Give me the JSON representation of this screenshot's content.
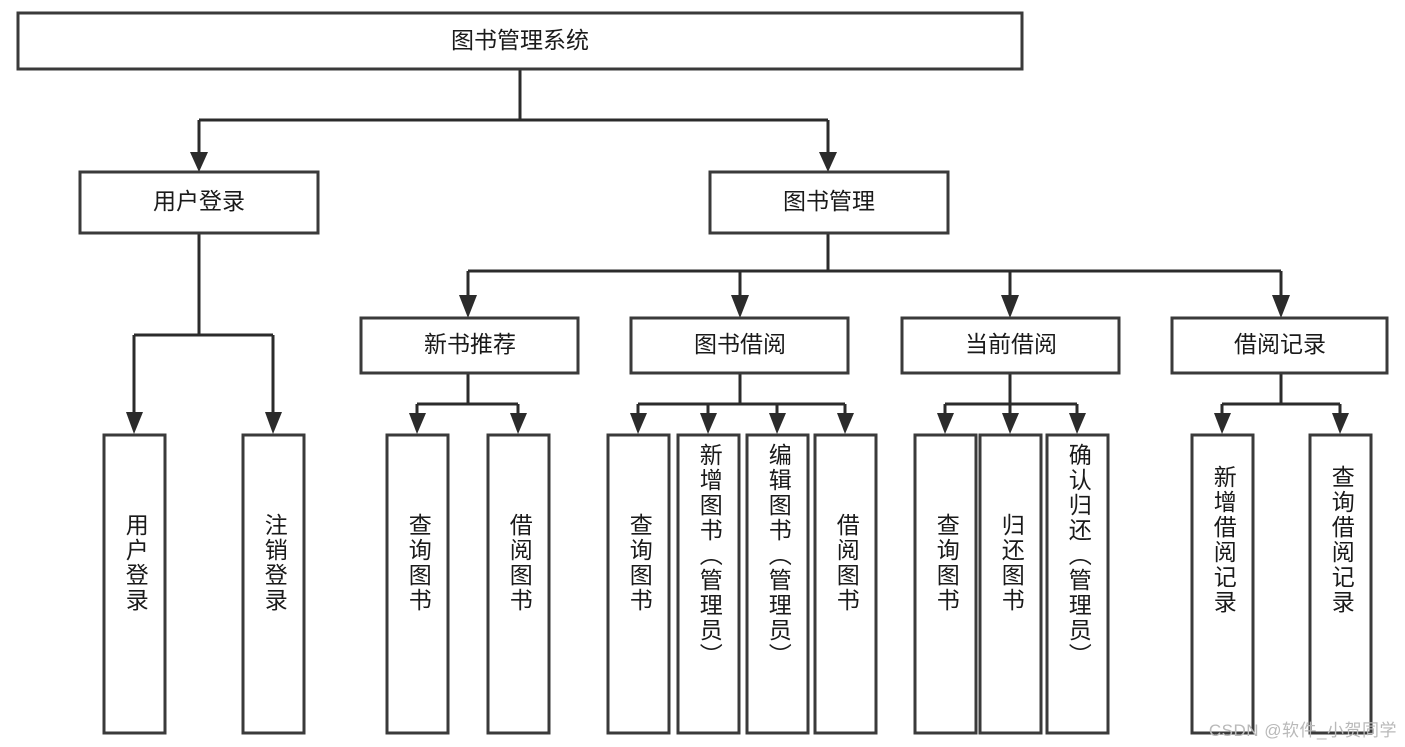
{
  "diagram": {
    "type": "tree",
    "title": "图书管理系统",
    "orientation": "top-down",
    "root": {
      "id": "root",
      "label": "图书管理系统"
    },
    "level2": [
      {
        "id": "user-login",
        "label": "用户登录"
      },
      {
        "id": "book-manage",
        "label": "图书管理"
      }
    ],
    "level3": [
      {
        "id": "new-book-recommend",
        "label": "新书推荐",
        "parent": "book-manage"
      },
      {
        "id": "book-borrow",
        "label": "图书借阅",
        "parent": "book-manage"
      },
      {
        "id": "current-borrow",
        "label": "当前借阅",
        "parent": "book-manage"
      },
      {
        "id": "borrow-record",
        "label": "借阅记录",
        "parent": "book-manage"
      }
    ],
    "leaves": [
      {
        "id": "leaf-user-login",
        "label": "用户登录",
        "parent": "user-login"
      },
      {
        "id": "leaf-logout-login",
        "label": "注销登录",
        "parent": "user-login"
      },
      {
        "id": "leaf-query-book-1",
        "label": "查询图书",
        "parent": "new-book-recommend"
      },
      {
        "id": "leaf-borrow-book-1",
        "label": "借阅图书",
        "parent": "new-book-recommend"
      },
      {
        "id": "leaf-query-book-2",
        "label": "查询图书",
        "parent": "book-borrow"
      },
      {
        "id": "leaf-add-book",
        "label": "新增图书（管理员）",
        "parent": "book-borrow"
      },
      {
        "id": "leaf-edit-book",
        "label": "编辑图书（管理员）",
        "parent": "book-borrow"
      },
      {
        "id": "leaf-borrow-book-2",
        "label": "借阅图书",
        "parent": "book-borrow"
      },
      {
        "id": "leaf-query-book-3",
        "label": "查询图书",
        "parent": "current-borrow"
      },
      {
        "id": "leaf-return-book",
        "label": "归还图书",
        "parent": "current-borrow"
      },
      {
        "id": "leaf-confirm-return",
        "label": "确认归还（管理员）",
        "parent": "current-borrow"
      },
      {
        "id": "leaf-add-record",
        "label": "新增借阅记录",
        "parent": "borrow-record"
      },
      {
        "id": "leaf-query-record",
        "label": "查询借阅记录",
        "parent": "borrow-record"
      }
    ]
  },
  "watermark": {
    "text": "CSDN @软件_小贺同学"
  },
  "colors": {
    "box_stroke": "#3a3a3a",
    "connector": "#2b2b2b",
    "text": "#1a1a1a",
    "background": "#ffffff",
    "watermark": "#b9b9b9"
  }
}
